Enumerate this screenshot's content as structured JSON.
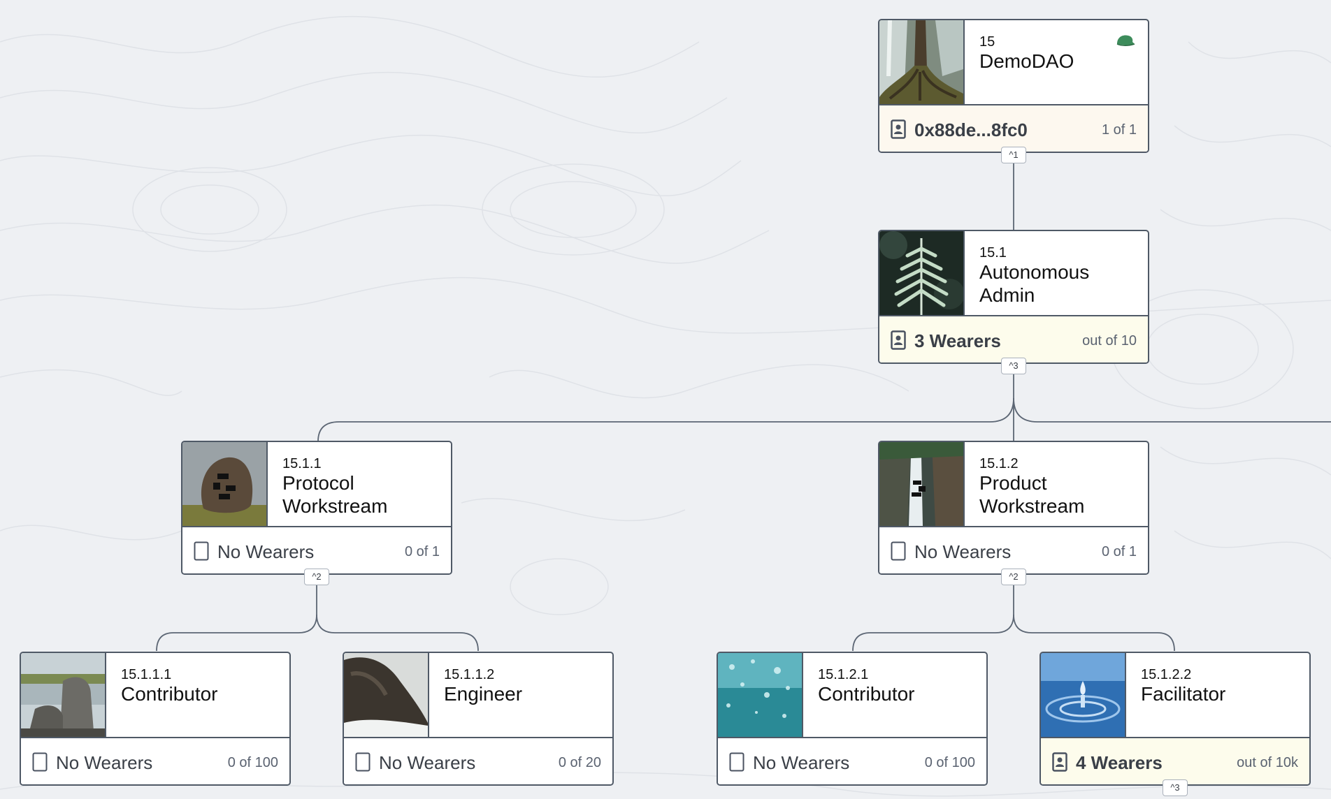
{
  "colors": {
    "background": "#eef0f3",
    "card_border": "#4f5966",
    "connector": "#5c6674",
    "cream_footer": "#fdf8ef",
    "yellow_footer": "#fdfcec",
    "hat_icon": "#3d8c5b"
  },
  "nodes": [
    {
      "id": "15",
      "name": "DemoDAO",
      "wearers": "0x88de...8fc0",
      "wearers_bold": true,
      "supply": "1 of 1",
      "toggle": "^1",
      "footer": "cream",
      "image": "tree-roots-waterfall",
      "badge": "hat-icon"
    },
    {
      "id": "15.1",
      "name": "Autonomous Admin",
      "wearers": "3 Wearers",
      "wearers_bold": true,
      "supply": "out of 10",
      "toggle": "^3",
      "footer": "yellow",
      "image": "fern"
    },
    {
      "id": "15.1.1",
      "name": "Protocol Workstream",
      "wearers": "No Wearers",
      "wearers_bold": false,
      "supply": "0 of 1",
      "toggle": "^2",
      "footer": "white",
      "image": "boulder-field"
    },
    {
      "id": "15.1.2",
      "name": "Product Workstream",
      "wearers": "No Wearers",
      "wearers_bold": false,
      "supply": "0 of 1",
      "toggle": "^2",
      "footer": "white",
      "image": "waterfall-cliff"
    },
    {
      "id": "15.1.1.1",
      "name": "Contributor",
      "wearers": "No Wearers",
      "wearers_bold": false,
      "supply": "0 of 100",
      "footer": "white",
      "image": "rock-lake"
    },
    {
      "id": "15.1.1.2",
      "name": "Engineer",
      "wearers": "No Wearers",
      "wearers_bold": false,
      "supply": "0 of 20",
      "footer": "white",
      "image": "sea-rock"
    },
    {
      "id": "15.1.2.1",
      "name": "Contributor",
      "wearers": "No Wearers",
      "wearers_bold": false,
      "supply": "0 of 100",
      "footer": "white",
      "image": "water-bubbles"
    },
    {
      "id": "15.1.2.2",
      "name": "Facilitator",
      "wearers": "4 Wearers",
      "wearers_bold": true,
      "supply": "out of 10k",
      "toggle": "^3",
      "footer": "yellow",
      "image": "water-drop"
    }
  ]
}
